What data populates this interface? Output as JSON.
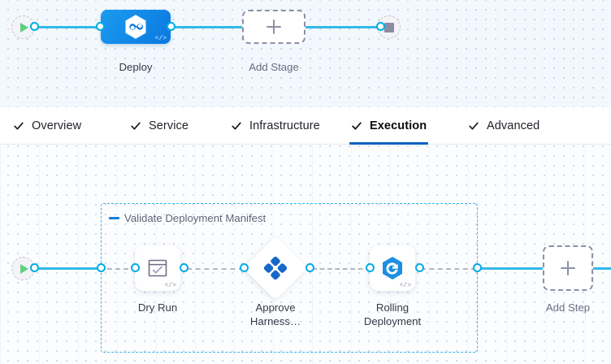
{
  "stage_canvas": {
    "start_node": {
      "icon": "play-icon",
      "label": ""
    },
    "end_node": {
      "icon": "stop-icon",
      "label": ""
    },
    "stage": {
      "label": "Deploy",
      "icon": "harness-infinity-icon",
      "code_badge": "</>",
      "color": "#0b78e0"
    },
    "add_stage": {
      "label": "Add Stage",
      "icon": "plus-icon"
    }
  },
  "tabs": {
    "items": [
      {
        "label": "Overview",
        "icon": "check-icon",
        "active": false
      },
      {
        "label": "Service",
        "icon": "check-icon",
        "active": false
      },
      {
        "label": "Infrastructure",
        "icon": "check-icon",
        "active": false
      },
      {
        "label": "Execution",
        "icon": "check-icon",
        "active": true
      },
      {
        "label": "Advanced",
        "icon": "check-icon",
        "active": false
      }
    ],
    "active_color": "#0263c5"
  },
  "exec_canvas": {
    "start_node": {
      "icon": "play-icon"
    },
    "group": {
      "label": "Validate Deployment Manifest",
      "collapse_icon": "minus-icon",
      "border_color": "#36b5ec"
    },
    "steps": [
      {
        "label": "Dry Run",
        "icon": "checklist-box-icon",
        "shape": "rounded",
        "code_badge": "</>"
      },
      {
        "label": "Approve\nHarness…",
        "icon": "harness-approval-diamond-icon",
        "shape": "diamond",
        "code_badge": ""
      },
      {
        "label": "Rolling\nDeployment",
        "icon": "rolling-deployment-icon",
        "shape": "rounded",
        "code_badge": "</>"
      }
    ],
    "add_step": {
      "label": "Add Step",
      "icon": "plus-icon"
    }
  }
}
